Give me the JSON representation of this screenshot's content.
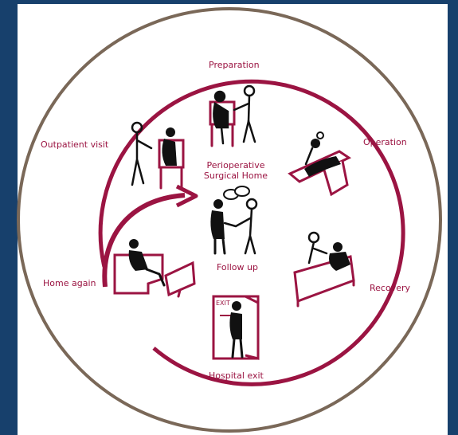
{
  "colors": {
    "background": "#17406c",
    "panel": "#ffffff",
    "outer_ring": "#7a6858",
    "accent": "#9b1442",
    "figure": "#111111"
  },
  "labels": {
    "preparation": "Preparation",
    "operation": "Operation",
    "recovery": "Recovery",
    "hospital_exit": "Hospital exit",
    "home_again": "Home again",
    "outpatient_visit": "Outpatient visit",
    "center_title_line1": "Perioperative",
    "center_title_line2": "Surgical Home",
    "follow_up": "Follow up",
    "exit_sign": "EXIT"
  },
  "icons": {
    "preparation": "consultation-icon",
    "operation": "operating-table-icon",
    "recovery": "hospital-bed-icon",
    "hospital_exit": "exit-door-icon",
    "home_again": "sofa-tv-icon",
    "outpatient_visit": "outpatient-consult-icon",
    "follow_up": "handshake-icon"
  }
}
